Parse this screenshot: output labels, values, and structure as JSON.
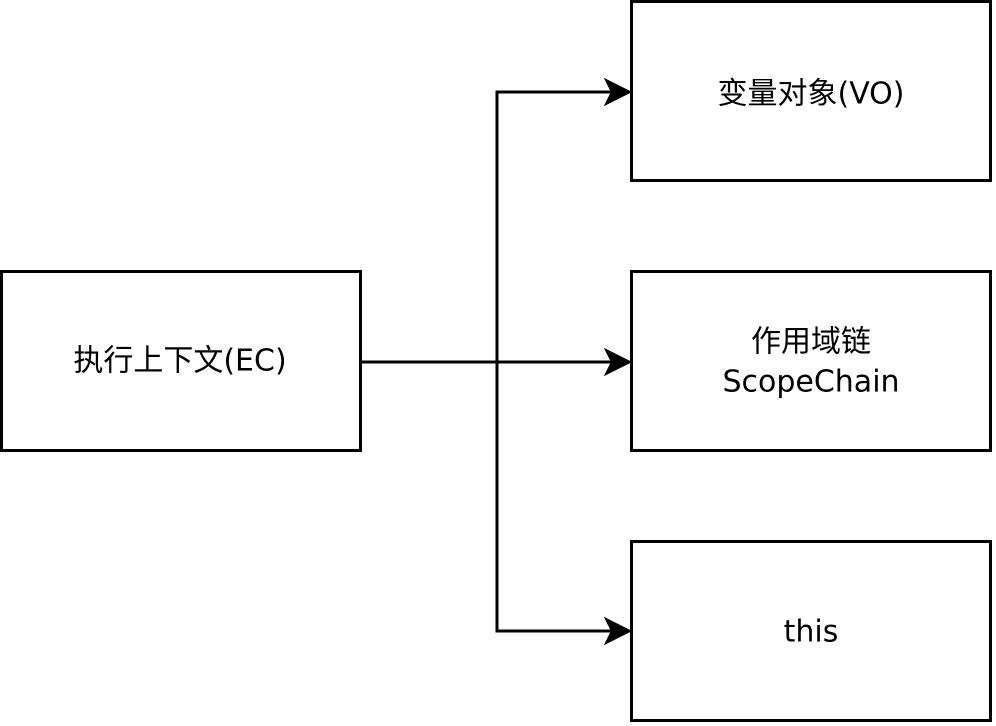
{
  "diagram": {
    "nodes": {
      "ec": {
        "label": "执行上下文(EC)"
      },
      "vo": {
        "label": "变量对象(VO)"
      },
      "scope_chain": {
        "label_line1": "作用域链",
        "label_line2": "ScopeChain"
      },
      "this": {
        "label": "this"
      }
    },
    "edges": [
      {
        "from": "ec",
        "to": "vo"
      },
      {
        "from": "ec",
        "to": "scope_chain"
      },
      {
        "from": "ec",
        "to": "this"
      }
    ],
    "colors": {
      "stroke": "#000000",
      "fill": "#ffffff",
      "text": "#000000"
    }
  }
}
